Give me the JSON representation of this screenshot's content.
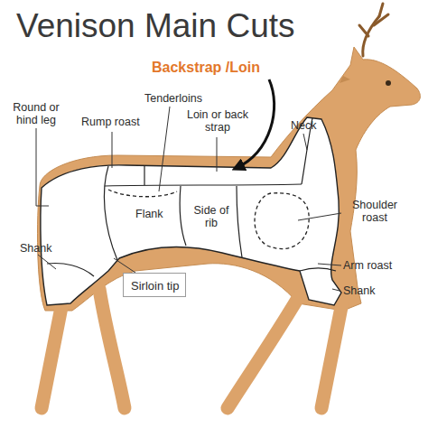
{
  "diagram": {
    "title": "Venison Main Cuts",
    "nodes": [
      {
        "text": [
          "Sirloin tip"
        ]
      }
    ],
    "labels": [
      "Backstrap /Loin",
      "Round or hind leg",
      "Rump roast",
      "Tenderloins",
      "Loin or back strap",
      "Neck",
      "Flank",
      "Side of rib",
      "Shoulder roast",
      "Arm roast",
      "Shank",
      "Shank"
    ]
  }
}
